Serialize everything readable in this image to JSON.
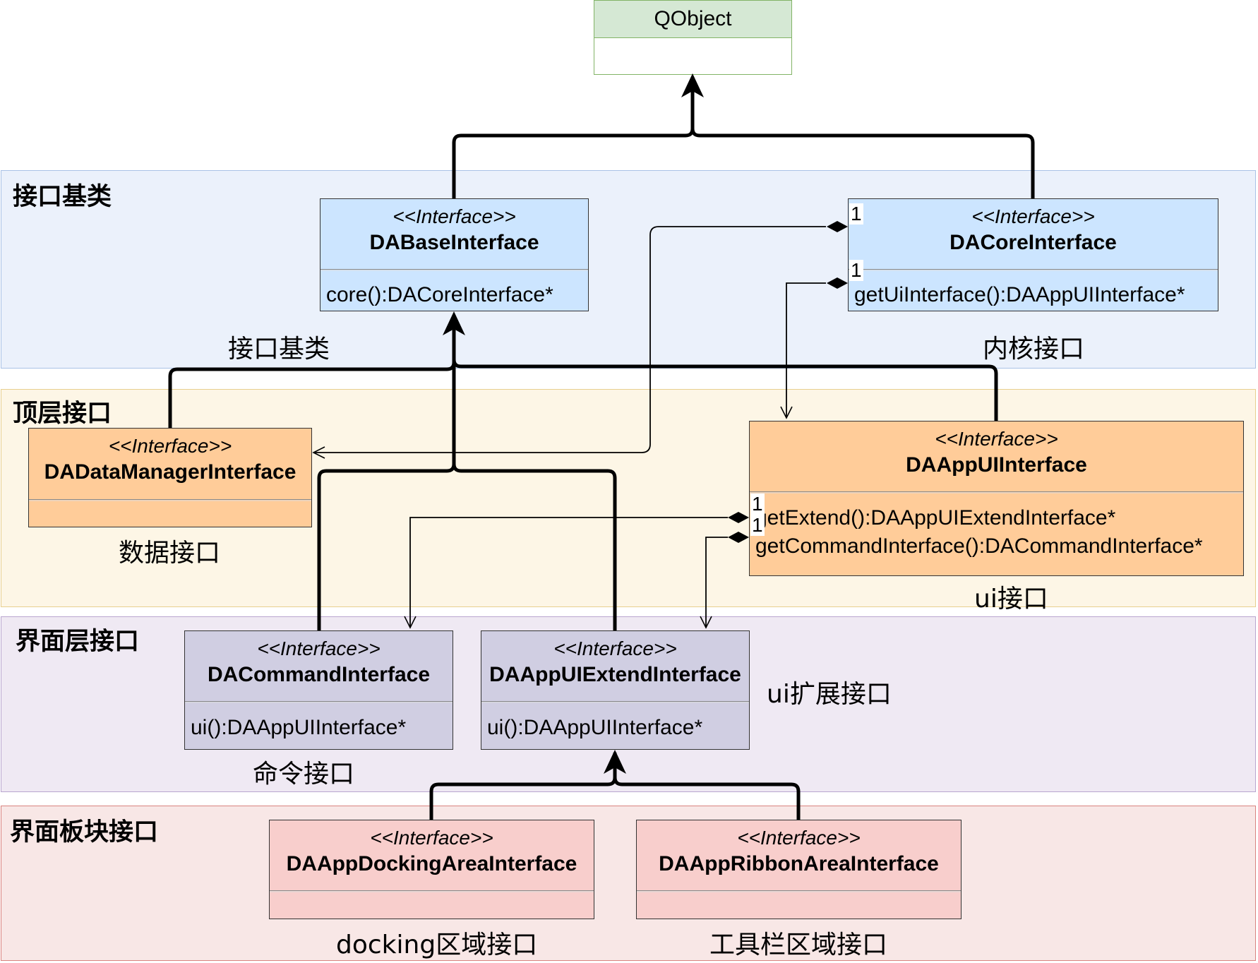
{
  "layers": {
    "base": {
      "title": "接口基类",
      "fill": "#ebf1fb",
      "stroke": "#a9c2e6"
    },
    "top": {
      "title": "顶层接口",
      "fill": "#fdf6e6",
      "stroke": "#e8cf8f"
    },
    "ui": {
      "title": "界面层接口",
      "fill": "#efe9f3",
      "stroke": "#b9a6cf"
    },
    "module": {
      "title": "界面板块接口",
      "fill": "#f8e7e6",
      "stroke": "#d9837f"
    }
  },
  "qobject": {
    "name": "QObject",
    "fill": "#d5e8d4",
    "stroke": "#82b366"
  },
  "stereotype": "<<Interface>>",
  "classes": {
    "base": {
      "name": "DABaseInterface",
      "member": "core():DACoreInterface*",
      "caption": "接口基类",
      "fill": "#cce5ff"
    },
    "core": {
      "name": "DACoreInterface",
      "member": "getUiInterface():DAAppUIInterface*",
      "caption": "内核接口",
      "fill": "#cce5ff"
    },
    "data": {
      "name": "DADataManagerInterface",
      "member": "",
      "caption": "数据接口",
      "fill": "#ffcc99"
    },
    "appui": {
      "name": "DAAppUIInterface",
      "member1": "getExtend():DAAppUIExtendInterface*",
      "member2": "getCommandInterface():DACommandInterface*",
      "caption": "ui接口",
      "fill": "#ffcc99"
    },
    "command": {
      "name": "DACommandInterface",
      "member": "ui():DAAppUIInterface*",
      "caption": "命令接口",
      "fill": "#d0cee2"
    },
    "extend": {
      "name": "DAAppUIExtendInterface",
      "member": "ui():DAAppUIInterface*",
      "caption": "ui扩展接口",
      "fill": "#d0cee2"
    },
    "docking": {
      "name": "DAAppDockingAreaInterface",
      "member": "",
      "caption": "docking区域接口",
      "fill": "#f8cecc"
    },
    "ribbon": {
      "name": "DAAppRibbonAreaInterface",
      "member": "",
      "caption": "工具栏区域接口",
      "fill": "#f8cecc"
    }
  },
  "multiplicities": {
    "m1": "1",
    "m2": "1",
    "m3": "1",
    "m4": "1"
  }
}
